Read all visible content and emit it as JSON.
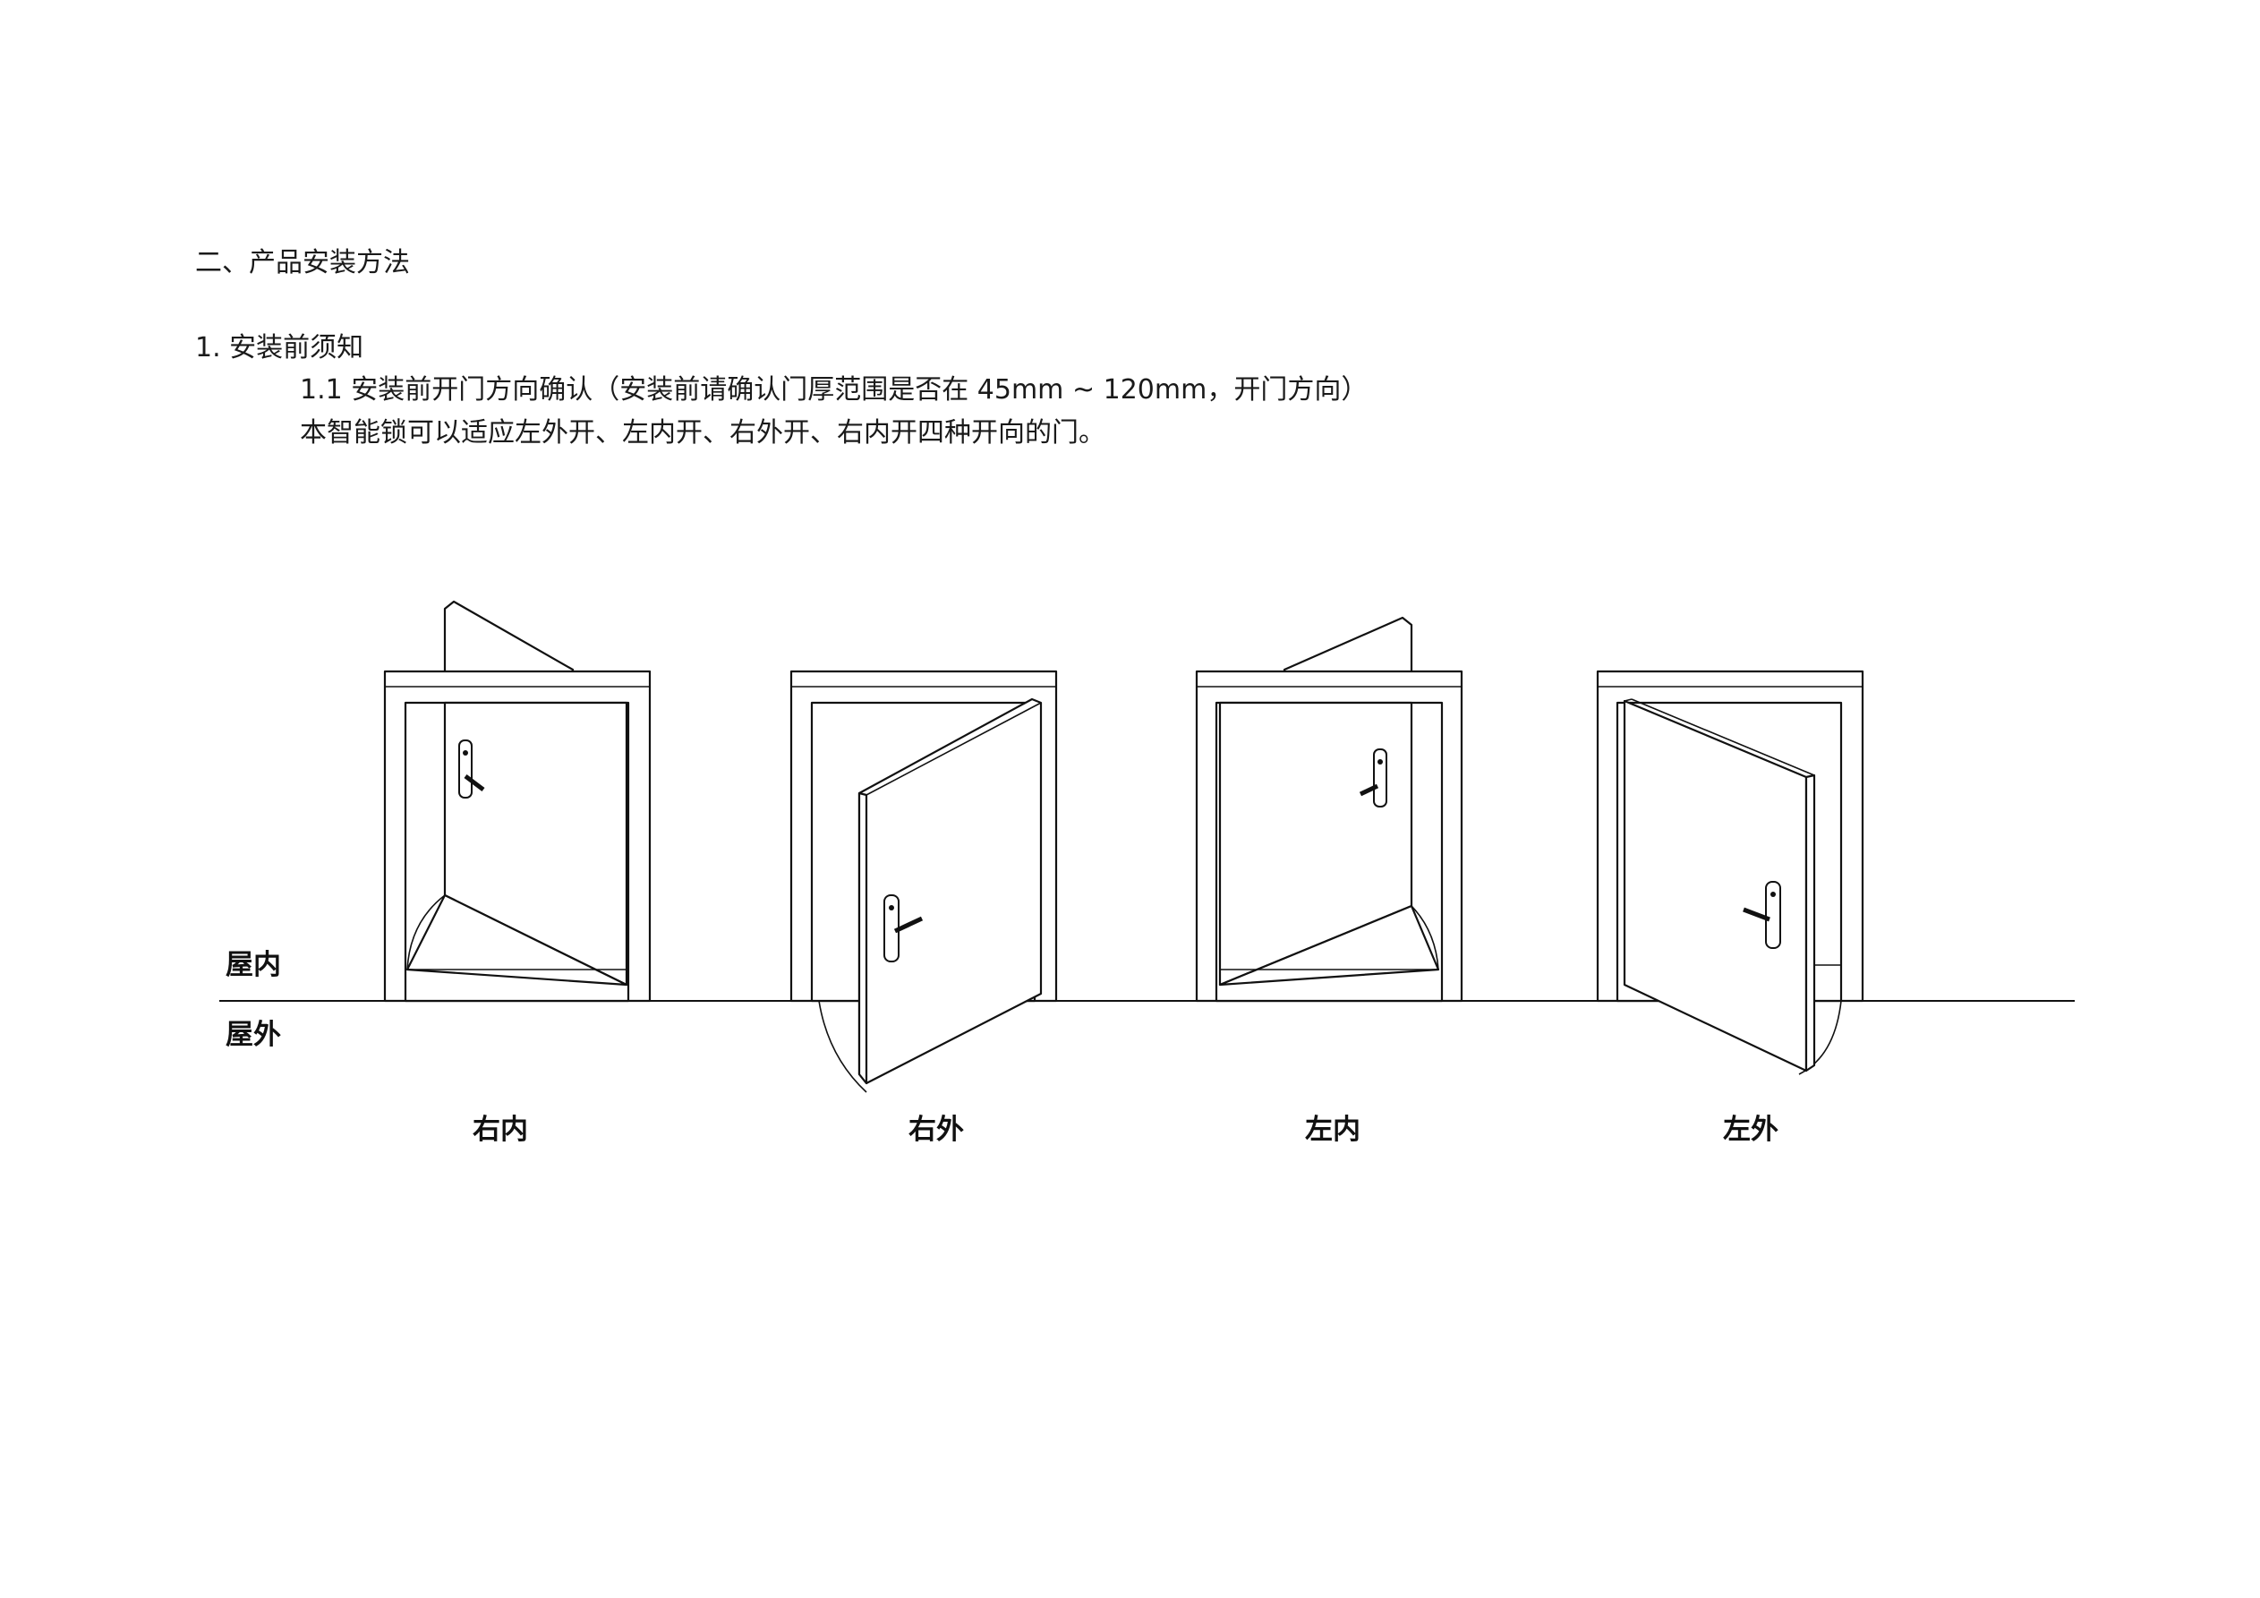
{
  "document": {
    "section_title": "二、产品安装方法",
    "subsection_title": "1. 安装前须知",
    "paragraph_1": "1.1 安装前开门方向确认（安装前请确认门厚范围是否在 45mm ~ 120mm，开门方向）",
    "paragraph_2": "本智能锁可以适应左外开、左内开、右外开、右内开四种开向的门。"
  },
  "diagram": {
    "side_labels": {
      "indoor": "屋内",
      "outdoor": "屋外"
    },
    "doors": [
      {
        "label": "右内"
      },
      {
        "label": "右外"
      },
      {
        "label": "左内"
      },
      {
        "label": "左外"
      }
    ]
  }
}
